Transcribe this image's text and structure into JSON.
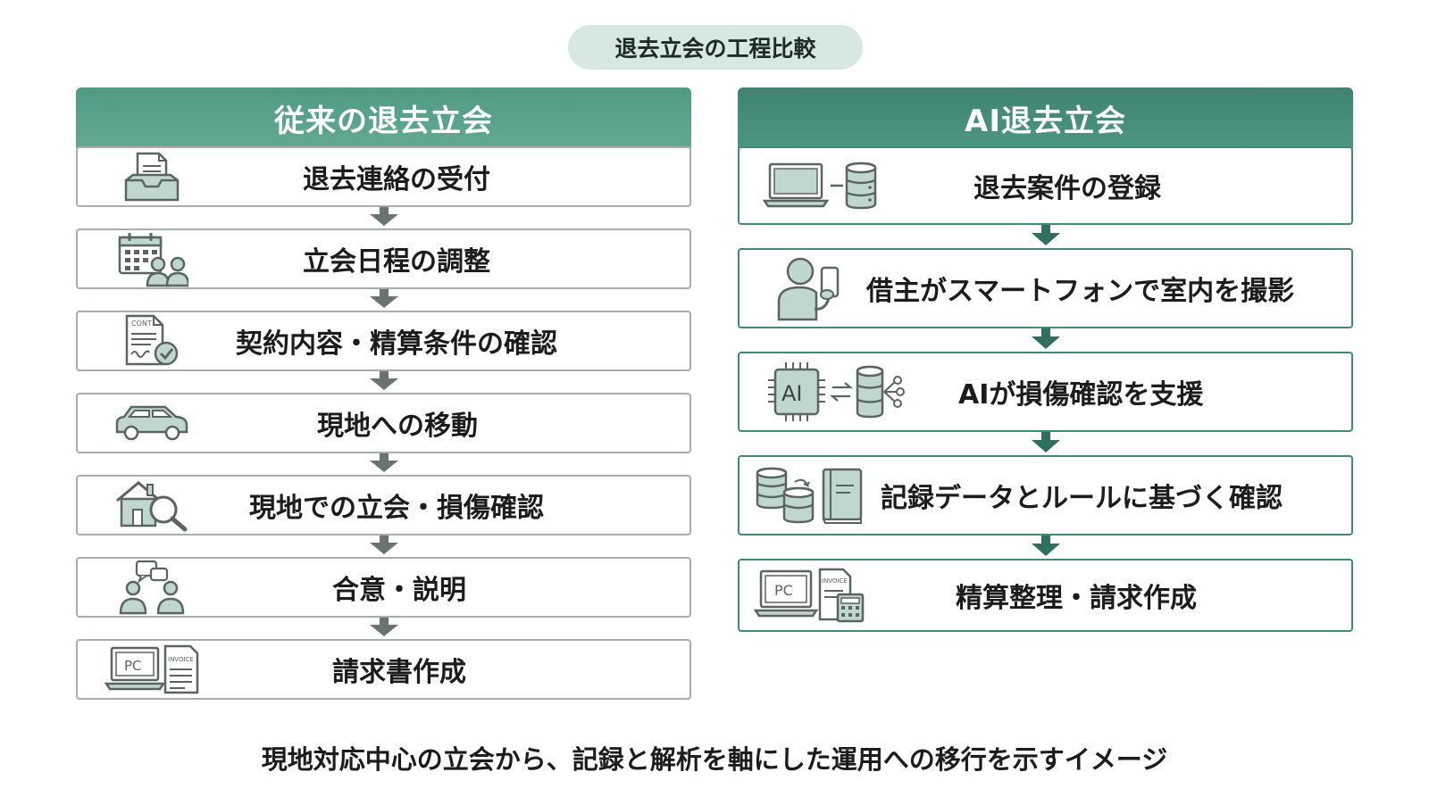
{
  "title": "退去立会の工程比較",
  "caption": "現地対応中心の立会から、記録と解析を軸にした運用への移行を示すイメージ",
  "colors": {
    "accent": "#4f9a84",
    "accent_dark": "#3e8470",
    "pill": "#d7e7e1",
    "icon_fill": "#bfd7cf",
    "icon_stroke": "#5a6461"
  },
  "left": {
    "header": "従来の退去立会",
    "steps": [
      {
        "label": "退去連絡の受付",
        "icon": "inbox-document-icon"
      },
      {
        "label": "立会日程の調整",
        "icon": "calendar-people-icon"
      },
      {
        "label": "契約内容・精算条件の確認",
        "icon": "contract-check-icon",
        "icon_text": "CONT"
      },
      {
        "label": "現地への移動",
        "icon": "car-icon"
      },
      {
        "label": "現地での立会・損傷確認",
        "icon": "house-magnifier-icon"
      },
      {
        "label": "合意・説明",
        "icon": "people-discussion-icon"
      },
      {
        "label": "請求書作成",
        "icon": "pc-invoice-icon",
        "icon_text": "PC",
        "icon_text2": "INVOICE"
      }
    ]
  },
  "right": {
    "header": "AI退去立会",
    "steps": [
      {
        "label": "退去案件の登録",
        "icon": "laptop-database-icon"
      },
      {
        "label": "借主がスマートフォンで室内を撮影",
        "icon": "person-smartphone-icon"
      },
      {
        "label": "AIが損傷確認を支援",
        "icon": "ai-chip-database-icon",
        "icon_text": "AI"
      },
      {
        "label": "記録データとルールに基づく確認",
        "icon": "database-book-icon"
      },
      {
        "label": "精算整理・請求作成",
        "icon": "pc-invoice-calculator-icon",
        "icon_text": "PC",
        "icon_text2": "INVOICE"
      }
    ]
  }
}
